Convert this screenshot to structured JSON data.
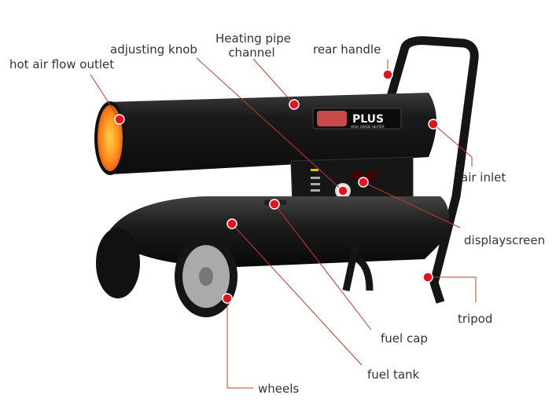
{
  "labels": {
    "hot_air_flow_outlet": "hot air flow outlet",
    "adjusting_knob": "adjusting knob",
    "heating_pipe_channel_1": "Heating pipe",
    "heating_pipe_channel_2": "channel",
    "rear_handle": "rear handle",
    "air_inlet": "air inlet",
    "displayscreen": "displayscreen",
    "tripod": "tripod",
    "fuel_cap": "fuel cap",
    "fuel_tank": "fuel tank",
    "wheels": "wheels"
  },
  "logo": {
    "brand": "PLUS",
    "tagline": "HIGH GRADE HEATER"
  },
  "colors": {
    "marker": "#e0141e",
    "leader": "#c0392b",
    "body": "#1c1c1c",
    "flame": "#ff8a1a"
  }
}
